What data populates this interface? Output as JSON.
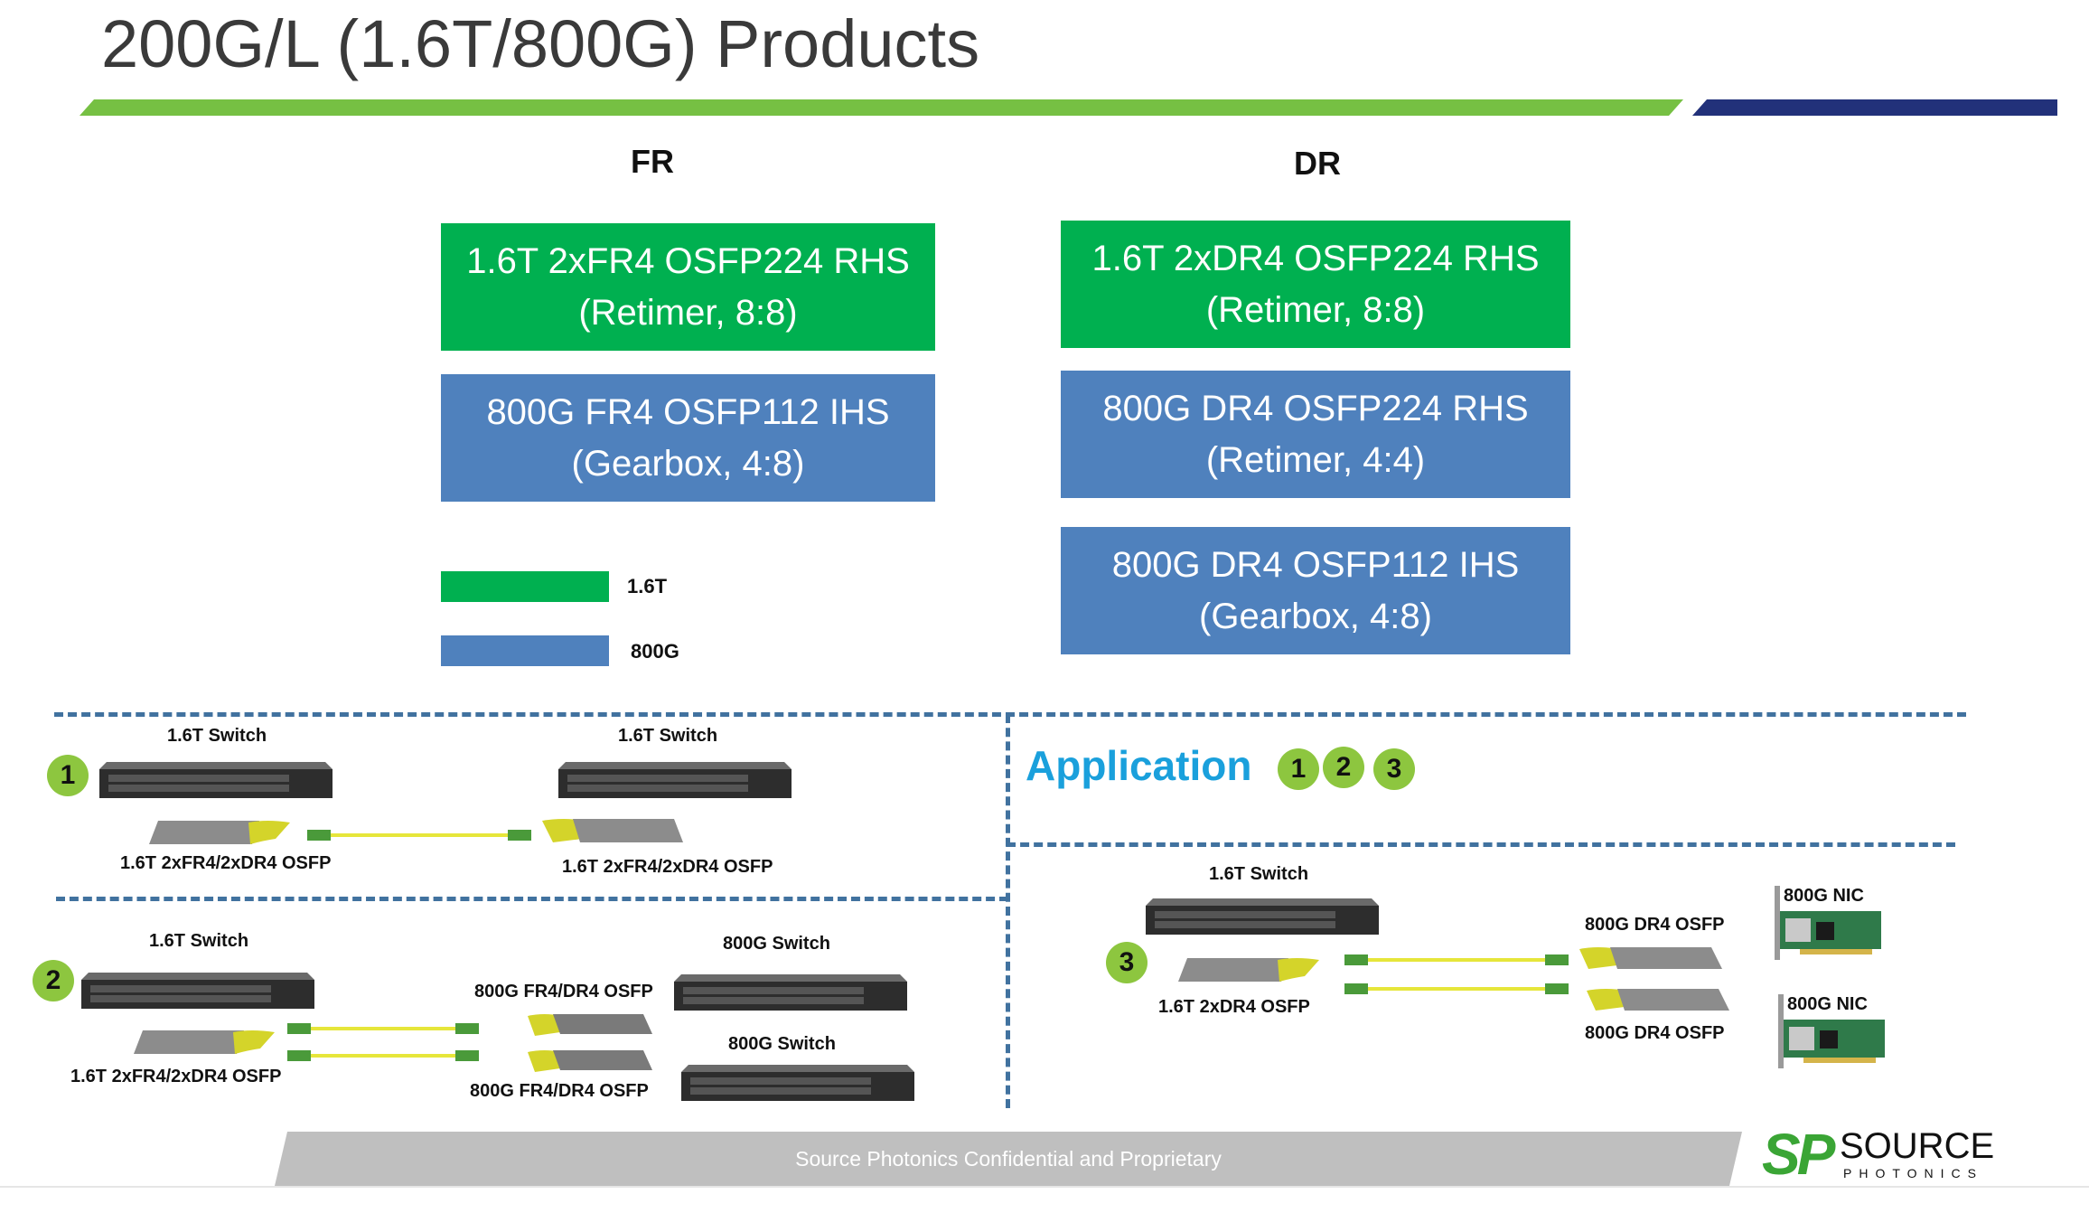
{
  "title": "200G/L (1.6T/800G) Products",
  "colors": {
    "green_bar": "#76c043",
    "navy_bar": "#22317a",
    "product_1_6t": "#00b050",
    "product_800g": "#4f81bd",
    "dash": "#41729f",
    "application": "#1aa0dc",
    "badge": "#8dc63f"
  },
  "fr": {
    "heading": "FR",
    "products": [
      {
        "line1": "1.6T 2xFR4 OSFP224 RHS",
        "line2": "(Retimer, 8:8)",
        "class": "1.6T"
      },
      {
        "line1": "800G FR4 OSFP112 IHS",
        "line2": "(Gearbox, 4:8)",
        "class": "800G"
      }
    ]
  },
  "dr": {
    "heading": "DR",
    "products": [
      {
        "line1": "1.6T 2xDR4 OSFP224 RHS",
        "line2": "(Retimer, 8:8)",
        "class": "1.6T"
      },
      {
        "line1": "800G DR4 OSFP224 RHS",
        "line2": "(Retimer, 4:4)",
        "class": "800G"
      },
      {
        "line1": "800G DR4 OSFP112 IHS",
        "line2": "(Gearbox, 4:8)",
        "class": "800G"
      }
    ]
  },
  "legend": [
    {
      "label": "1.6T",
      "color": "#00b050"
    },
    {
      "label": "800G",
      "color": "#4f81bd"
    }
  ],
  "application": {
    "title": "Application",
    "badges": [
      "1",
      "2",
      "3"
    ]
  },
  "scenario1": {
    "number": "1",
    "left_switch": "1.6T Switch",
    "right_switch": "1.6T Switch",
    "left_module": "1.6T 2xFR4/2xDR4 OSFP",
    "right_module": "1.6T 2xFR4/2xDR4 OSFP"
  },
  "scenario2": {
    "number": "2",
    "left_switch": "1.6T Switch",
    "left_module": "1.6T 2xFR4/2xDR4 OSFP",
    "top_module": "800G FR4/DR4 OSFP",
    "bottom_module": "800G FR4/DR4 OSFP",
    "top_switch": "800G Switch",
    "bottom_switch": "800G Switch"
  },
  "scenario3": {
    "number": "3",
    "switch": "1.6T Switch",
    "left_module": "1.6T 2xDR4 OSFP",
    "top_module": "800G DR4 OSFP",
    "bottom_module": "800G DR4 OSFP",
    "top_nic": "800G NIC",
    "bottom_nic": "800G NIC"
  },
  "footer": {
    "confidential": "Source Photonics Confidential and Proprietary",
    "logo_mark": "SP",
    "logo_text": "SOURCE",
    "logo_subtext": "PHOTONICS"
  }
}
